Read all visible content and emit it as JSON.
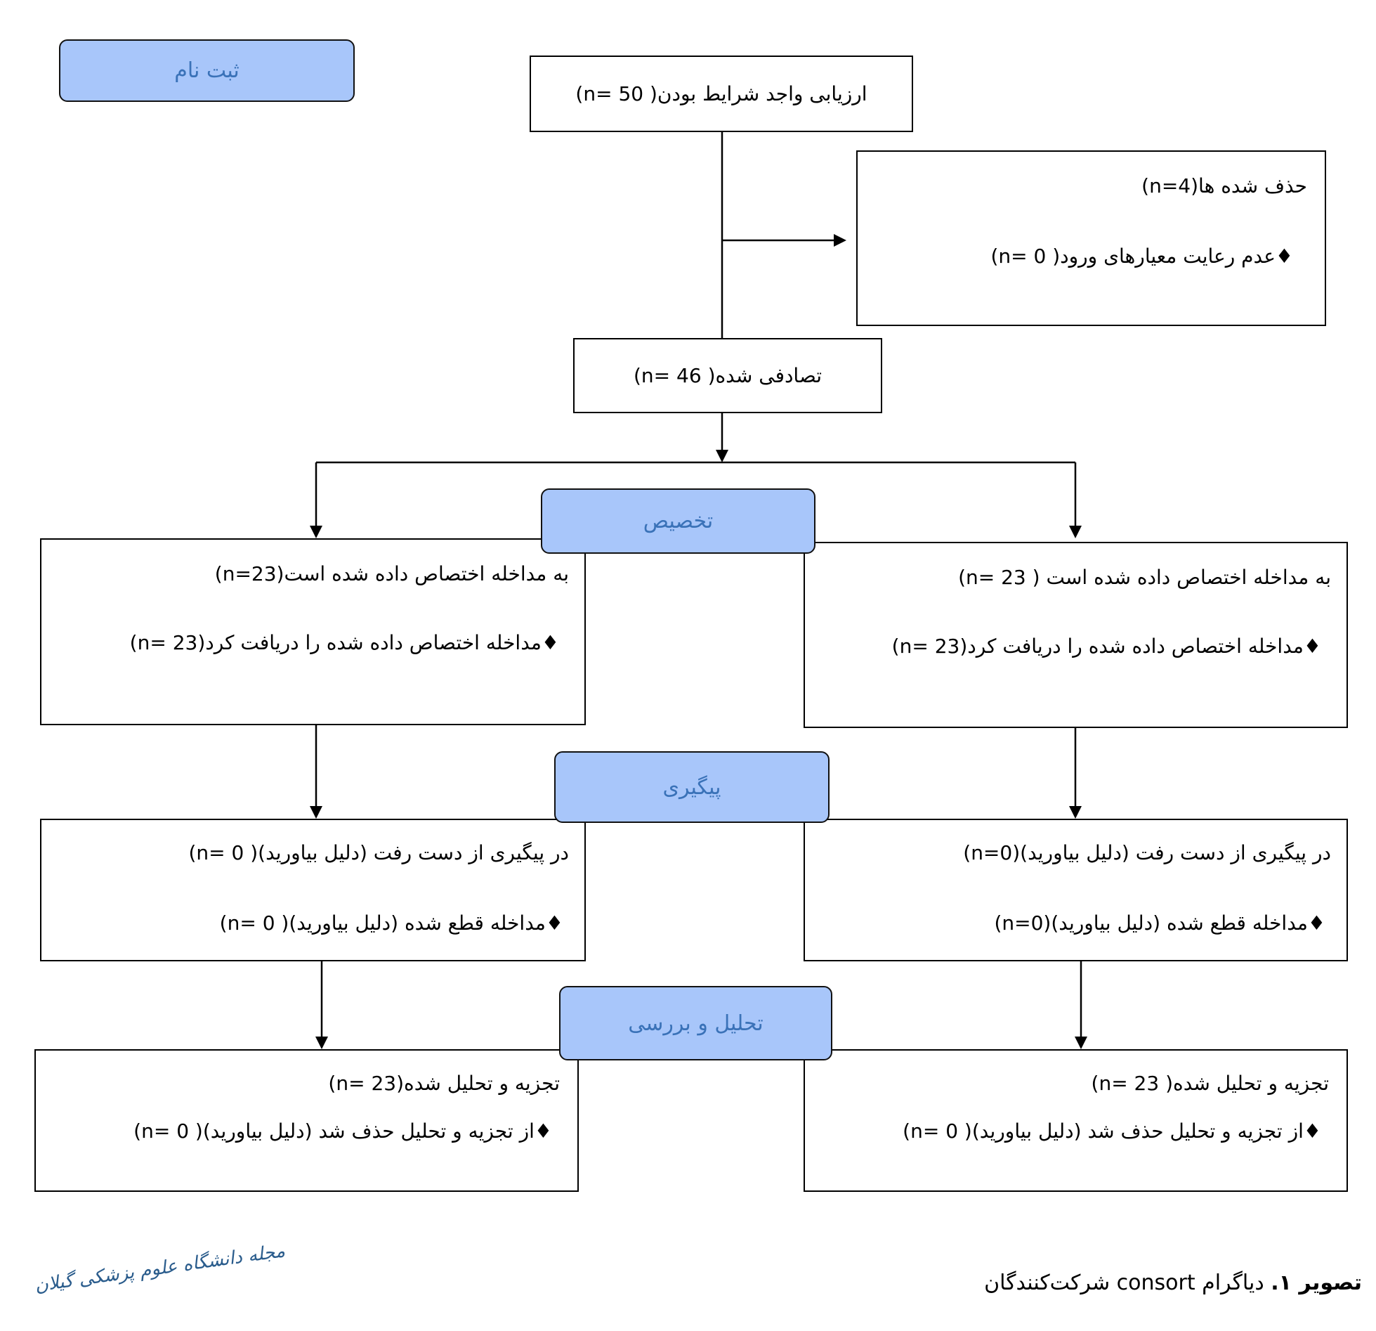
{
  "stages": {
    "enrollment": "ثبت نام",
    "allocation": "تخصیص",
    "follow_up": "پیگیری",
    "analysis": "تحلیل و بررسی"
  },
  "eligibility": "ارزیابی واجد شرایط بودن( n= 50)",
  "excluded": {
    "title": "حذف شده ها(n=4)",
    "item": "♦عدم رعایت معیارهای ورود( n= 0)"
  },
  "randomized": "تصادفی شده( n= 46)",
  "left": {
    "allocation_title": "به مداخله اختصاص داده شده است(n=23)",
    "allocation_item": "♦مداخله اختصاص داده شده را دریافت کرد(n= 23)",
    "followup_title": "در پیگیری از دست رفت (دلیل بیاورید)( n= 0)",
    "followup_item": "♦مداخله قطع شده (دلیل بیاورید)( n= 0)",
    "analysis_title": "تجزیه و تحلیل شده(n= 23)",
    "analysis_item": "♦از تجزیه و تحلیل حذف شد (دلیل بیاورید)( n= 0)"
  },
  "right": {
    "allocation_title": "به مداخله اختصاص داده شده است ( n= 23)",
    "allocation_item": "♦مداخله اختصاص داده شده را دریافت کرد(n= 23)",
    "followup_title": "در پیگیری از دست رفت (دلیل بیاورید)(n=0)",
    "followup_item": "♦مداخله قطع شده (دلیل بیاورید)(n=0)",
    "analysis_title": "تجزیه و تحلیل شده( n= 23)",
    "analysis_item": "♦از تجزیه و تحلیل حذف شد (دلیل بیاورید)( n= 0)"
  },
  "caption": {
    "label": "تصویر ۱.",
    "text": " دیاگرام consort شرکت‌کنندگان"
  },
  "logo": "مجله دانشگاه علوم پزشکی گیلان",
  "colors": {
    "pill_fill": "#a8c6fa",
    "pill_text": "#3a72b8"
  }
}
